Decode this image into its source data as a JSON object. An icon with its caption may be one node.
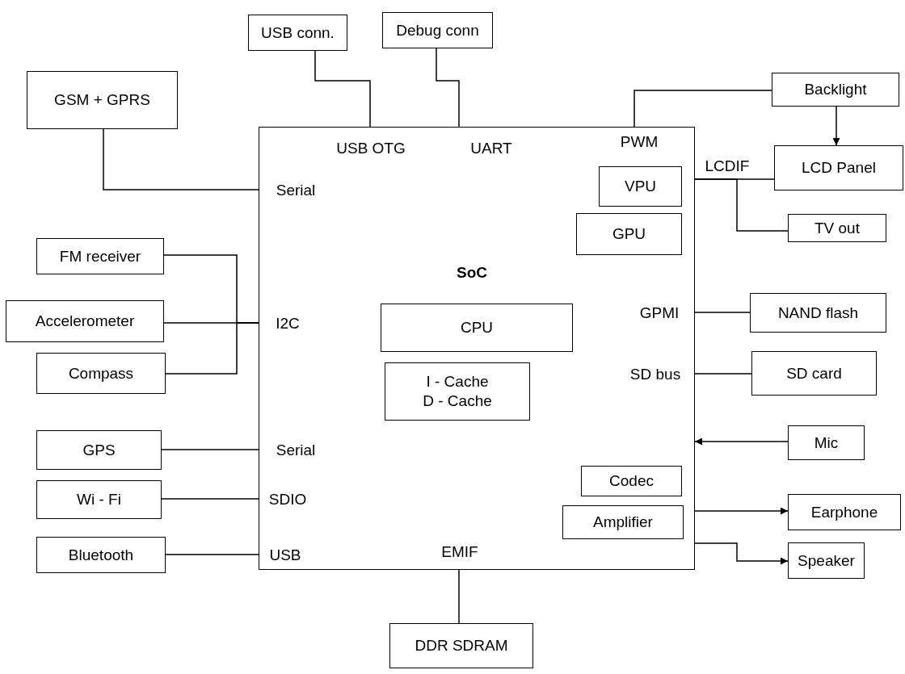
{
  "diagram": {
    "nodes": [
      {
        "text": [
          "SoC",
          "USB OTG",
          "UART",
          "PWM",
          "Serial",
          "I2C",
          "GPMI",
          "SD bus",
          "Serial",
          "SDIO",
          "USB",
          "EMIF"
        ]
      },
      {
        "text": [
          "VPU"
        ],
        "in": 0
      },
      {
        "text": [
          "GPU"
        ],
        "in": 0
      },
      {
        "text": [
          "CPU"
        ],
        "in": 0
      },
      {
        "text": [
          "I - Cache",
          "D - Cache"
        ],
        "in": 0
      },
      {
        "text": [
          "Codec"
        ],
        "in": 0
      },
      {
        "text": [
          "Amplifier"
        ],
        "in": 0
      },
      {
        "text": [
          "USB conn."
        ]
      },
      {
        "text": [
          "Debug conn"
        ]
      },
      {
        "text": [
          "GSM + GPRS"
        ]
      },
      {
        "text": [
          "Backlight"
        ]
      },
      {
        "text": [
          "LCD Panel"
        ]
      },
      {
        "text": [
          "TV out"
        ]
      },
      {
        "text": [
          "FM receiver"
        ]
      },
      {
        "text": [
          "Accelerometer"
        ]
      },
      {
        "text": [
          "Compass"
        ]
      },
      {
        "text": [
          "NAND flash"
        ]
      },
      {
        "text": [
          "SD card"
        ]
      },
      {
        "text": [
          "GPS"
        ]
      },
      {
        "text": [
          "Mic"
        ]
      },
      {
        "text": [
          "Wi - Fi"
        ]
      },
      {
        "text": [
          "Earphone"
        ]
      },
      {
        "text": [
          "Bluetooth"
        ]
      },
      {
        "text": [
          "Speaker"
        ]
      },
      {
        "text": [
          "DDR  SDRAM"
        ]
      }
    ],
    "edges": [
      {
        "from": 7,
        "to": 0,
        "arrow": "none"
      },
      {
        "from": 8,
        "to": 0,
        "arrow": "none"
      },
      {
        "from": 9,
        "to": 0,
        "arrow": "none"
      },
      {
        "from": 10,
        "to": 0,
        "arrow": "none"
      },
      {
        "from": 10,
        "to": 11,
        "arrow": "to"
      },
      {
        "from": 0,
        "to": 11,
        "arrow": "none",
        "label": "LCDIF"
      },
      {
        "from": 0,
        "to": 12,
        "arrow": "none"
      },
      {
        "from": 13,
        "to": 0,
        "arrow": "none"
      },
      {
        "from": 14,
        "to": 0,
        "arrow": "none"
      },
      {
        "from": 15,
        "to": 0,
        "arrow": "none"
      },
      {
        "from": 0,
        "to": 16,
        "arrow": "none"
      },
      {
        "from": 0,
        "to": 17,
        "arrow": "none"
      },
      {
        "from": 18,
        "to": 0,
        "arrow": "none"
      },
      {
        "from": 19,
        "to": 0,
        "arrow": "to"
      },
      {
        "from": 20,
        "to": 0,
        "arrow": "none"
      },
      {
        "from": 0,
        "to": 21,
        "arrow": "to"
      },
      {
        "from": 22,
        "to": 0,
        "arrow": "none"
      },
      {
        "from": 0,
        "to": 23,
        "arrow": "to"
      },
      {
        "from": 0,
        "to": 24,
        "arrow": "none"
      }
    ]
  }
}
